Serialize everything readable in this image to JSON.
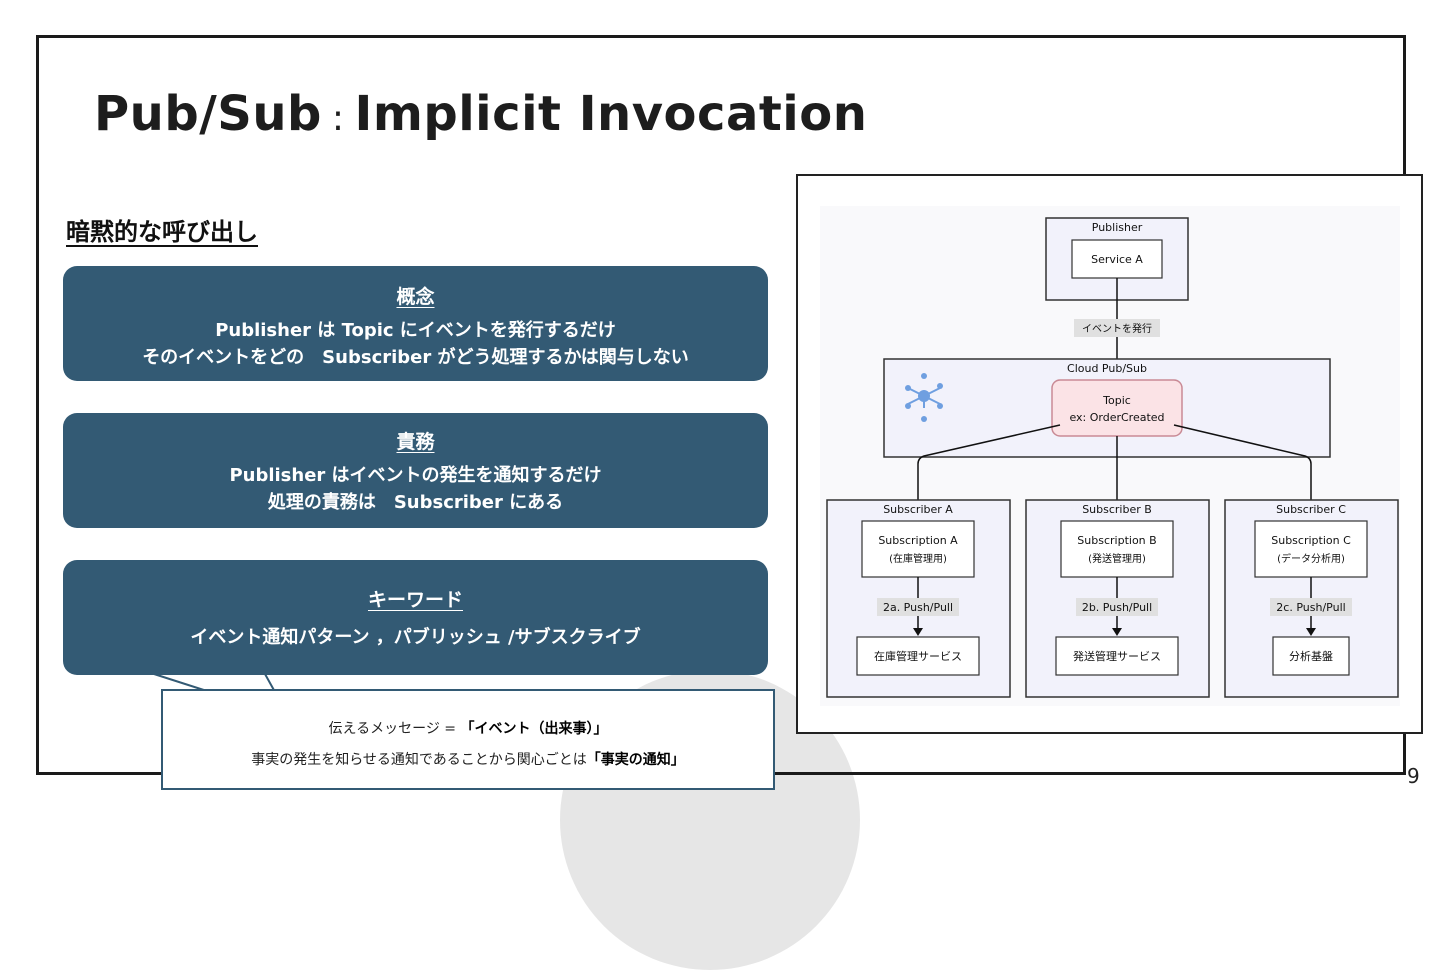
{
  "slide": {
    "title_main": "Pub/Sub",
    "title_separator": ":",
    "title_sub": "Implicit Invocation",
    "subtitle": "暗黙的な呼び出し",
    "page_number": "9"
  },
  "cards": [
    {
      "heading": "概念",
      "lines": [
        "Publisher は Topic にイベントを発行するだけ",
        "そのイベントをどの　Subscriber がどう処理するかは関与しない"
      ]
    },
    {
      "heading": "責務",
      "lines": [
        "Publisher はイベントの発生を通知するだけ",
        "処理の責務は　Subscriber にある"
      ]
    },
    {
      "heading": "キーワード",
      "lines": [
        "イベント通知パターン ，パブリッシュ /サブスクライブ"
      ]
    }
  ],
  "callout": {
    "line1_prefix": "伝えるメッセージ = ",
    "line1_bold": "「イベント（出来事）」",
    "line2_prefix": "事実の発生を知らせる通知であることから関心ごとは",
    "line2_bold": "「事実の通知」"
  },
  "diagram": {
    "publisher_label": "Publisher",
    "service_label": "Service A",
    "publish_edge_label": "イベントを発行",
    "cloud_label": "Cloud Pub/Sub",
    "topic_label": "Topic",
    "topic_example": "ex: OrderCreated",
    "subscribers": [
      {
        "group": "Subscriber A",
        "subscription": "Subscription A",
        "purpose": "(在庫管理用)",
        "edge": "2a. Push/Pull",
        "service": "在庫管理サービス"
      },
      {
        "group": "Subscriber B",
        "subscription": "Subscription B",
        "purpose": "(発送管理用)",
        "edge": "2b. Push/Pull",
        "service": "発送管理サービス"
      },
      {
        "group": "Subscriber C",
        "subscription": "Subscription C",
        "purpose": "(データ分析用)",
        "edge": "2c. Push/Pull",
        "service": "分析基盤"
      }
    ],
    "colors": {
      "topic_fill": "#fbe3e6",
      "topic_stroke": "#c98a95",
      "icon": "#6f9fe0",
      "card_bg": "#335a74"
    }
  }
}
